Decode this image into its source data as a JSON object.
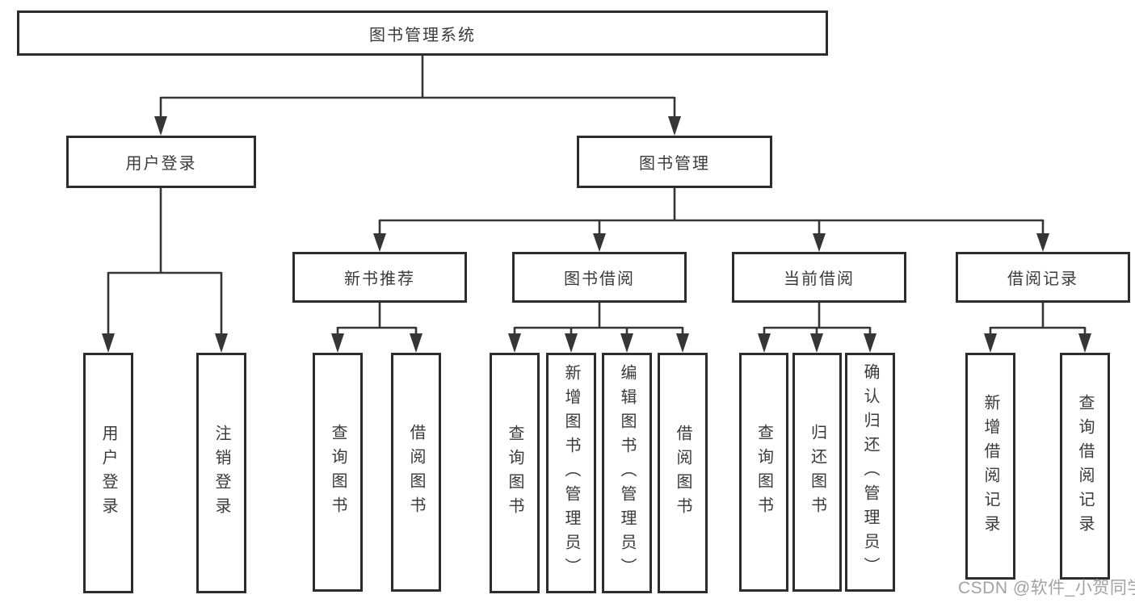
{
  "tree": {
    "label": "图书管理系统",
    "children": [
      {
        "label": "用户登录",
        "children": [
          {
            "label": "用户登录"
          },
          {
            "label": "注销登录"
          }
        ]
      },
      {
        "label": "图书管理",
        "children": [
          {
            "label": "新书推荐",
            "children": [
              {
                "label": "查询图书"
              },
              {
                "label": "借阅图书"
              }
            ]
          },
          {
            "label": "图书借阅",
            "children": [
              {
                "label": "查询图书"
              },
              {
                "label": "新增图书（管理员）"
              },
              {
                "label": "编辑图书（管理员）"
              },
              {
                "label": "借阅图书"
              }
            ]
          },
          {
            "label": "当前借阅",
            "children": [
              {
                "label": "查询图书"
              },
              {
                "label": "归还图书"
              },
              {
                "label": "确认归还（管理员）"
              }
            ]
          },
          {
            "label": "借阅记录",
            "children": [
              {
                "label": "新增借阅记录"
              },
              {
                "label": "查询借阅记录"
              }
            ]
          }
        ]
      }
    ]
  },
  "watermark": {
    "text": "CSDN @软件_小贺同学"
  },
  "colors": {
    "line": "#363636",
    "box_border": "#2d2d2d",
    "text": "#3a3a3a",
    "watermark": "#a2a2a2",
    "background": "#ffffff"
  }
}
